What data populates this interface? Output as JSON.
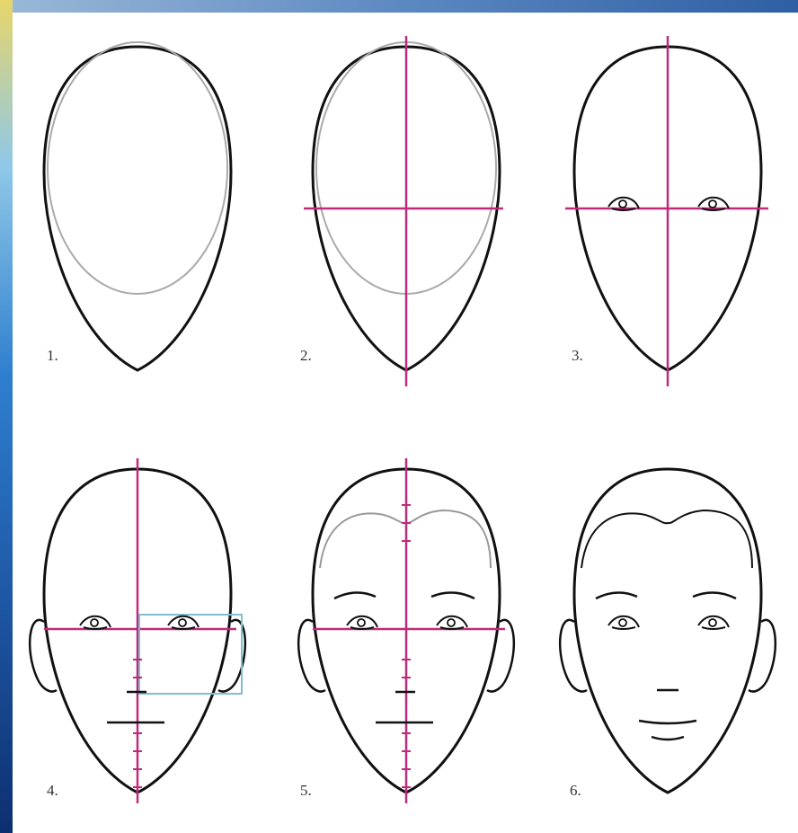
{
  "steps": [
    {
      "label": "1."
    },
    {
      "label": "2."
    },
    {
      "label": "3."
    },
    {
      "label": "4."
    },
    {
      "label": "5."
    },
    {
      "label": "6."
    }
  ],
  "colors": {
    "outline": "#111111",
    "guide": "#c02a7a",
    "construction": "#aaaaaa",
    "measure": "#7fbfd0"
  }
}
